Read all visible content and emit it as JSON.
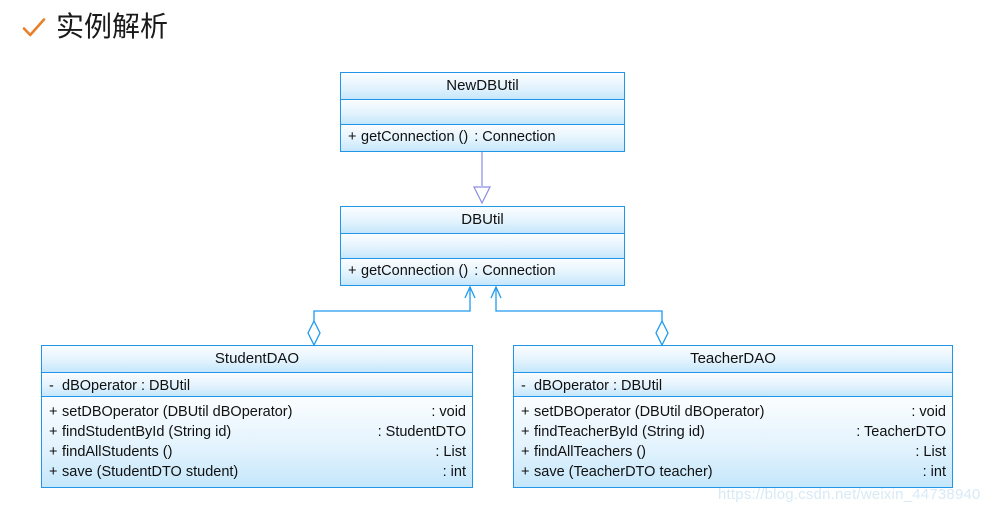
{
  "header": {
    "title": "实例解析",
    "check_icon": "check-icon",
    "accent_color": "#e8802a"
  },
  "diagram": {
    "type": "uml-class-diagram",
    "line_color": "#2196e8",
    "fill_gradient": [
      "#fbfdff",
      "#c5e7fb"
    ],
    "classes": [
      {
        "id": "newdbutil",
        "name": "NewDBUtil",
        "attributes": [],
        "operations": [
          {
            "visibility": "+",
            "signature": "getConnection ()",
            "returns": ": Connection"
          }
        ]
      },
      {
        "id": "dbutil",
        "name": "DBUtil",
        "attributes": [],
        "operations": [
          {
            "visibility": "+",
            "signature": "getConnection ()",
            "returns": ": Connection"
          }
        ]
      },
      {
        "id": "studentdao",
        "name": "StudentDAO",
        "attributes": [
          {
            "visibility": "-",
            "signature": "dBOperator  : DBUtil",
            "returns": ""
          }
        ],
        "operations": [
          {
            "visibility": "+",
            "signature": "setDBOperator (DBUtil dBOperator)",
            "returns": ": void"
          },
          {
            "visibility": "+",
            "signature": "findStudentById (String id)",
            "returns": ": StudentDTO"
          },
          {
            "visibility": "+",
            "signature": "findAllStudents ()",
            "returns": ": List"
          },
          {
            "visibility": "+",
            "signature": "save (StudentDTO student)",
            "returns": ": int"
          }
        ]
      },
      {
        "id": "teacherdao",
        "name": "TeacherDAO",
        "attributes": [
          {
            "visibility": "-",
            "signature": "dBOperator  : DBUtil",
            "returns": ""
          }
        ],
        "operations": [
          {
            "visibility": "+",
            "signature": "setDBOperator (DBUtil dBOperator)",
            "returns": ": void"
          },
          {
            "visibility": "+",
            "signature": "findTeacherById (String id)",
            "returns": ": TeacherDTO"
          },
          {
            "visibility": "+",
            "signature": "findAllTeachers ()",
            "returns": ": List"
          },
          {
            "visibility": "+",
            "signature": "save (TeacherDTO teacher)",
            "returns": ": int"
          }
        ]
      }
    ],
    "relations": [
      {
        "kind": "generalization",
        "from": "newdbutil",
        "to": "dbutil"
      },
      {
        "kind": "aggregation",
        "from": "studentdao",
        "to": "dbutil"
      },
      {
        "kind": "aggregation",
        "from": "teacherdao",
        "to": "dbutil"
      }
    ]
  },
  "watermark": {
    "text": "https://blog.csdn.net/weixin_44738940"
  }
}
